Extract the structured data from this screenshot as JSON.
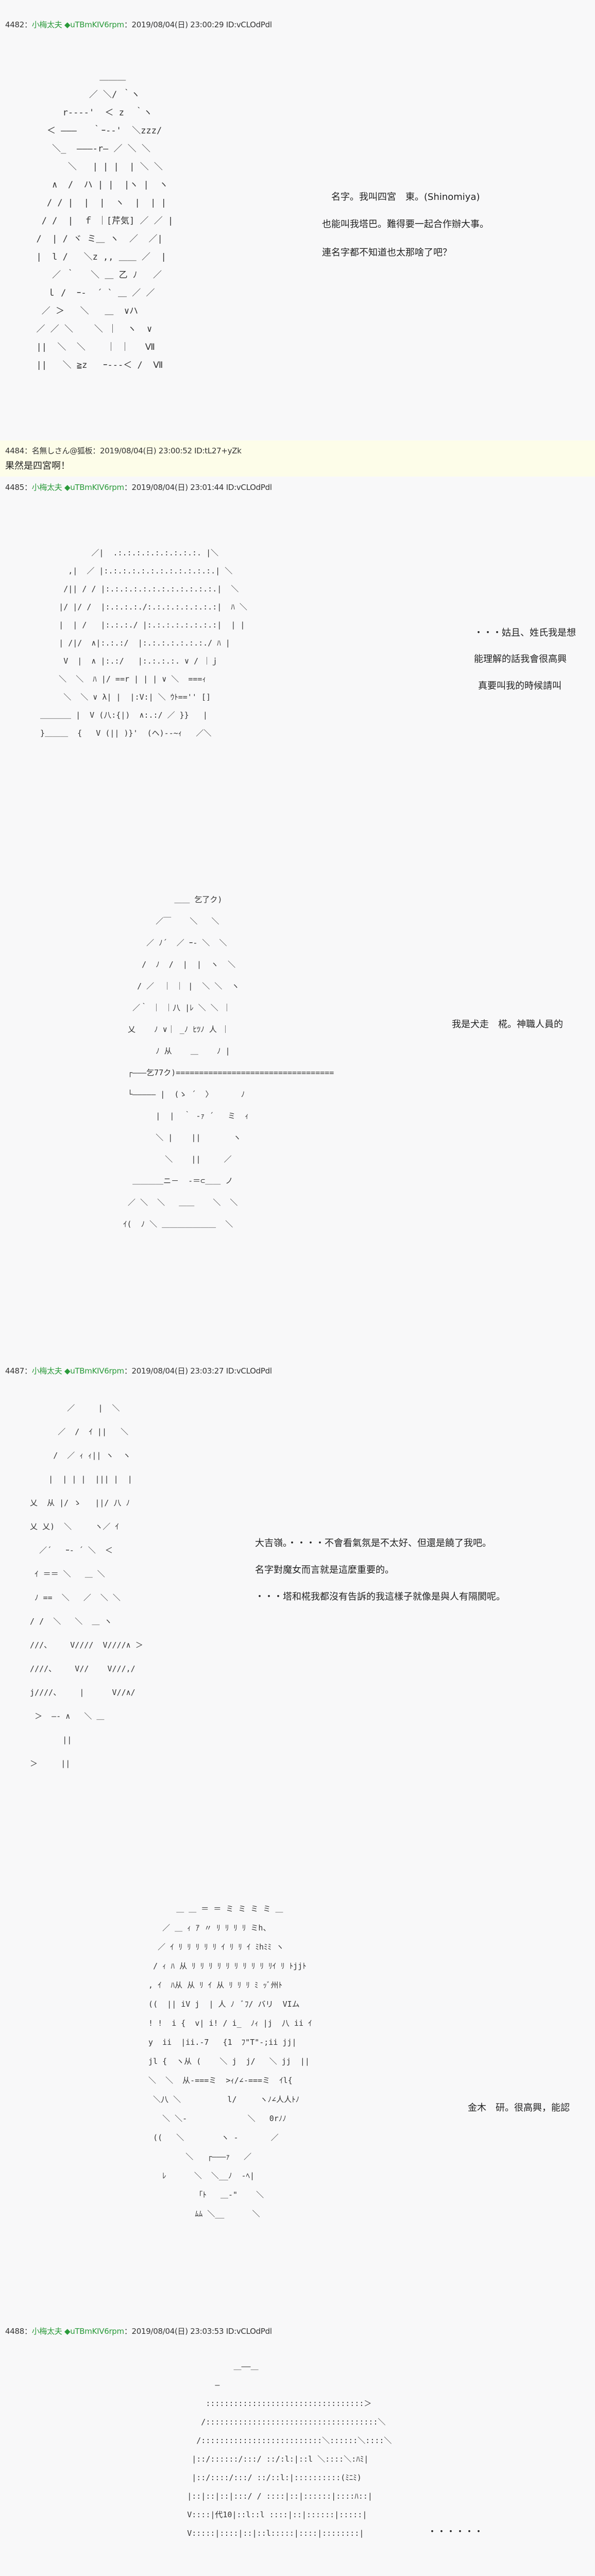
{
  "posts": [
    {
      "number": "4482",
      "name": "小梅太夫",
      "trip": "◆uTBmKIV6rpm",
      "date": "2019/08/04(日) 23:00:29",
      "id": "ID:vCLOdPdl",
      "dialogue": [
        "名字。我叫四宮　東。(Shinomiya)",
        "也能叫我塔巴。難得要一起合作辦大事。",
        "連名字都不知道也太那啥了吧？"
      ],
      "art": "              ＿＿＿\n            ／ ＼/ ｀ヽ\n       r‐‐‐‐'  ＜ z  ｀ヽ\n    ＜ ―――   ｀ｰ-‐'  ＼zzz/\n     ＼_  ―――‐r― ／ ＼ ＼\n        ＼   | | |  | ＼ ＼\n     ∧  /  ハ | |  |ヽ |  ヽ\n    / / |  |  |  ヽ  |  | |\n   / /  |  ｆ ｜[芹気] ／ ／ |\n  /  | / ヾ ミ＿ ヽ  ／  ／|\n  |  l /   ＼z ,, ＿＿ ／  |\n     ／ ｀   ＼ ＿ 乙 ﾉ   ／\n    ｌ /  ｰ‐  ´ ` ＿ ／ ／\n   ／ ＞   ＼   ＿  ∨ハ\n  ／ ／ ＼    ＼ ｜  ヽ  ∨\n  ||  ＼  ＼    ｜ ｜   Ⅶ\n  ||   ＼ ≧z   ｰ---＜ /  Ⅶ"
    },
    {
      "number": "4484",
      "name": "名無しさん@狐板",
      "date": "2019/08/04(日) 23:00:52",
      "id": "ID:tL27+yZk",
      "body": "果然是四宮啊！"
    },
    {
      "number": "4485",
      "name": "小梅太夫",
      "trip": "◆uTBmKIV6rpm",
      "date": "2019/08/04(日) 23:01:44",
      "id": "ID:vCLOdPdl",
      "dialogue": [
        "・・・姑且、姓氏我是想",
        "能理解的話我會很高興",
        "真要叫我的時候請叫"
      ],
      "dialogue2": "我是犬走　椛。神職人員的",
      "art": "             ／|  .:.:.:.:.:.:.:.:.:. |＼\n        ,|  ／ |:.:.:.:.:.:.:.:.:.:.:.:.| ＼\n       /|| / / |:.:.:.:.:.:.:.:.:.:.:.:.|  ＼\n      |/ |/ /  |:.:.:.:./:.:.:.:.:.:.:.:|  ﾊ ＼\n      |  | /   |:.:.:./ |:.:.:.:.:.:.:.:|  | |\n      | /|/  ∧|:.:.:/  |:.:.:.:.:.:.:./ ﾊ |\n       V  |  ∧ |:.:/   |:.:.:.:. ∨ / ｜ｊ\n      ＼  ＼  ﾊ |/ ==r | | | ∨ ＼  ===ｨ\n       ＼  ＼ ∨ λ| |  |:V:| ＼ ｳﾄ=='' []\n  ＿＿＿＿ |  V (八:{|)  ∧:.:/ ／ }}   |\n  }＿＿＿  {   V (|| )}'  (ヘ)--~ｨ   ／＼",
      "art2": "            ＿＿ 乞了ク)\n        ／￣    ＼   ＼\n      ／ ﾉ´  ／ ｰ‐ ＼  ＼\n     /  ﾉ  /  |  |  ヽ  ＼\n    / ／  ｜ ｜ |  ＼ ＼  ヽ\n   ／｀ ｜ ｜八 |ﾚ ＼ ＼ ｜\n  乂    ﾉ ∨｜ _ﾉ ﾋﾂﾉ 人 ｜\n        ﾉ 从    ＿    ﾉ |\n  ┌―――乞77ク)==================================\n  └――――― |  (ゝ ´  〉      ﾉ\n        |  |  ｀ -ｧ ´   ミ  ｨ\n        ＼ |    ||       ヽ\n          ＼    ||     ／\n   ＿＿＿＿ニ－  ‐＝⊂＿＿ ノ\n  ／ ＼  ＼   ＿＿    ＼  ＼\n ｲ(  ﾉ ＼ ＿＿＿＿＿＿＿  ＼"
    },
    {
      "number": "4487",
      "name": "小梅太夫",
      "trip": "◆uTBmKIV6rpm",
      "date": "2019/08/04(日) 23:03:27",
      "id": "ID:vCLOdPdl",
      "dialogue": [
        "大吉嶺。・・・・不會看氣氛是不太好、但還是饒了我吧。",
        "名字對魔女而言就是這麼重要的。",
        "・・・塔和椛我都沒有告訴的我這樣子就像是與人有隔閡呢。"
      ],
      "dialogue2": "金木　研。很高興，能認",
      "art": "          ／     |  ＼\n        ／  /  ｲ ||   ＼\n       /  ／ ｨ ｨ|| ヽ  ヽ\n      |  | | |  ||| |  |\n  乂  从 |/ ゝ   ||/ 八 ﾉ\n  乂 乂)  ＼     ヽ／ ｲ\n    ／´   ｰ‐ ´ ＼  ＜\n   ｲ ＝＝ ＼   ＿ ＼\n   ﾉ ==  ＼   ／  ＼ ＼\n  / /  ＼   ＼  ＿ ヽ\n  ///、    V////  V////∧ ＞\n  ////、    V//    V///,/\n  j////、    |      V//∧/\n   ＞  ―‐ ∧   ＼ ＿\n         ||\n  ＞     ||",
      "art2": "        ＿ ＿ ＝ ＝ ミ ミ ミ ミ ＿\n     ／ ＿ ｨ ｱ 〃 ﾘ ﾘ ﾘ ﾘ ミh、\n    ／ ｲ ﾘ ﾘ ﾘ ﾘ ﾘ ｲ ﾘ ﾘ ｲ ﾐhﾐﾐ ヽ\n   / ｨ ﾊ 从 ﾘ ﾘ ﾘ ﾘ ﾘ ﾘ ﾘ ﾘ ﾘ ﾘｲ ﾘ ﾄjjﾄ\n  , ｲ  ﾊ从 从 ﾘ ｲ 从 ﾘ ﾘ ﾘ ﾐ ｯﾞ州ﾄ\n  ((  || iV j  | 人 ﾉ  ﾞﾌ/ バリ  VIム\n  ! !  i {  v| i! / i_  ﾉｨ |j  八 ii ｲ\n  y  ii  |ii.-7   {1  ﾌ\"T\"-;ii jj|\n  jl {  ヽ从 (    ＼ j  j/   ＼ jj  ||\n  ＼  ＼  从-===ミ  >ｨ/∠-===ミ  ｲl{\n   ＼八 ＼          l/     ヽﾉ∠人人ﾄﾉ\n     ＼ ＼-             ＼   0rﾉﾉ\n   ((   ＼        ヽ -       ／\n          ＼   ┌―――ｧ   ／\n     ﾚ      ＼  ＼__ﾉ  -ﾍ|\n            「ﾄ   ＿-\"    ＼\n            ﾑﾑ ＼__      ＼"
    },
    {
      "number": "4488",
      "name": "小梅太夫",
      "trip": "◆uTBmKIV6rpm",
      "date": "2019/08/04(日) 23:03:53",
      "id": "ID:vCLOdPdl",
      "dialogue": [
        "・・・・・・"
      ],
      "art": "                 ＿――＿\n             ―\n           ::::::::::::::::::::::::::::::::::＞\n          /:::::::::::::::::::::::::::::::::::::＼\n         /::::::::::::::::::::::::::＼::::::＼::::＼\n        |::/::::::/:::/ ::/:l:|::l ＼::::＼:ﾊﾐ|\n        |::/::::/:::/ ::/::l:|::::::::::(ﾐﾆﾐ)\n       |::|::|::|:::/ / ::::|::|::::::|::::ﾊ::|\n       V::::|代10|::l::l ::::|::|::::::|:::::|\n       V:::::|::::|::|::l:::::|::::|::::::::|"
    },
    {
      "colors": {
        "name": "#2a9a3a",
        "reply_bg": "#fdfde9",
        "background": "#f8f8f9"
      }
    }
  ]
}
